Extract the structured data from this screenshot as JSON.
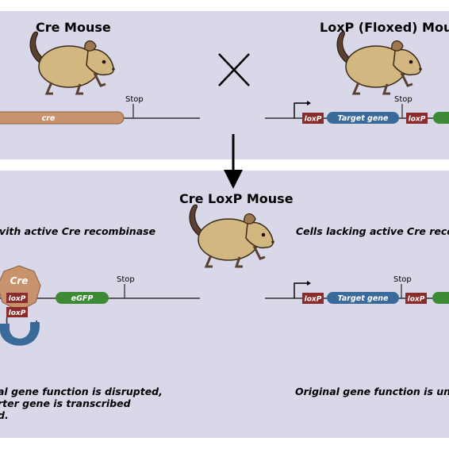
{
  "panels": {
    "top": {
      "cre_mouse_title": "Cre Mouse",
      "loxp_mouse_title": "LoxP (Floxed) Mous",
      "cre_gene_label": "cre",
      "stop_label_left": "Stop",
      "stop_label_right": "Stop",
      "loxp_left": "loxP",
      "loxp_right": "loxP",
      "target_gene_label": "Target gene"
    },
    "bottom": {
      "title": "Cre LoxP Mouse",
      "left_caption": "vith active Cre recombinase",
      "right_caption": "Cells lacking active Cre reco",
      "cre_label": "Cre",
      "loxp_a": "loxP",
      "loxp_b": "loxP",
      "egfp_label": "eGFP",
      "stop_label_left": "Stop",
      "stop_label_right": "Stop",
      "loxp_right_a": "loxP",
      "loxp_right_b": "loxP",
      "target_gene_label": "Target gene",
      "left_outcome_line1": "al gene function is disrupted,",
      "left_outcome_line2": "rter gene is transcribed",
      "left_outcome_line3": "d.",
      "right_outcome": "Original gene function is unt"
    }
  },
  "colors": {
    "panel_bg": "#d8d8e9",
    "cre_gene": "#c8936c",
    "loxp": "#8b2c2c",
    "target_gene": "#3a6a99",
    "egfp": "#3d8a36",
    "mouse_body": "#d2b880"
  },
  "icons": [
    "mouse-icon",
    "cross-icon",
    "arrow-down-icon",
    "promoter-arrow-icon",
    "cre-protein-icon"
  ]
}
